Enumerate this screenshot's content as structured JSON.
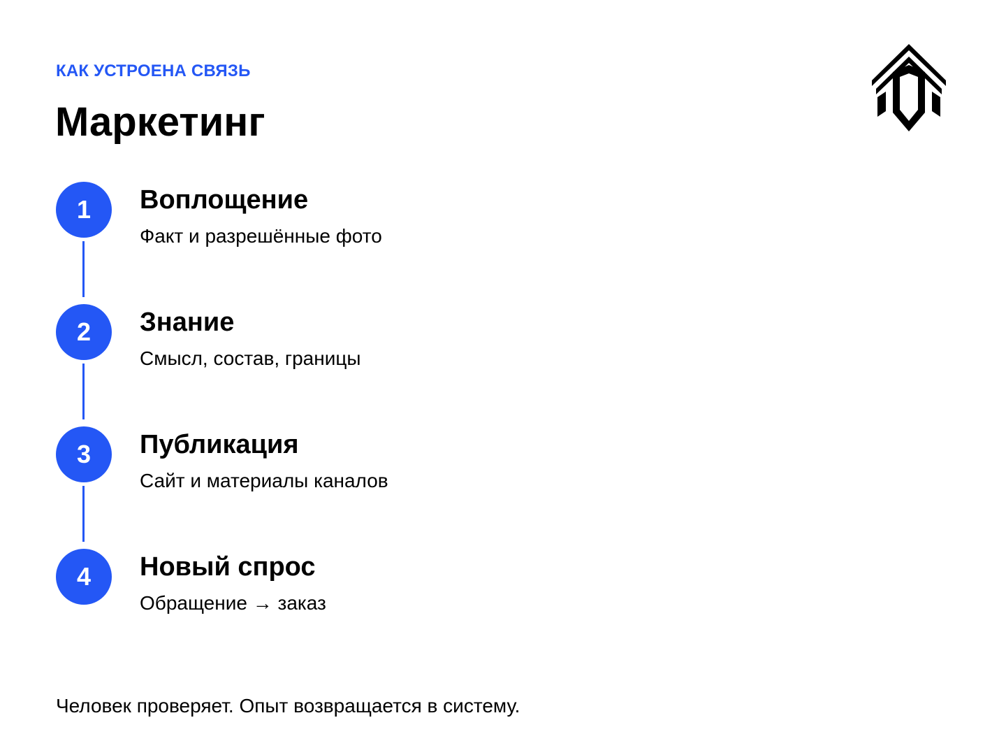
{
  "header": {
    "eyebrow": "КАК УСТРОЕНА СВЯЗЬ",
    "title": "Маркетинг"
  },
  "logo": {
    "icon": "chevron-house-logo",
    "color": "#000000"
  },
  "accent_color": "#2457f5",
  "steps": [
    {
      "number": "1",
      "title": "Воплощение",
      "description": "Факт и разрешённые фото"
    },
    {
      "number": "2",
      "title": "Знание",
      "description": "Смысл, состав, границы"
    },
    {
      "number": "3",
      "title": "Публикация",
      "description": "Сайт и материалы каналов"
    },
    {
      "number": "4",
      "title": "Новый спрос",
      "description": "Обращение → заказ"
    }
  ],
  "footer": {
    "text": "Человек проверяет. Опыт возвращается в систему."
  }
}
